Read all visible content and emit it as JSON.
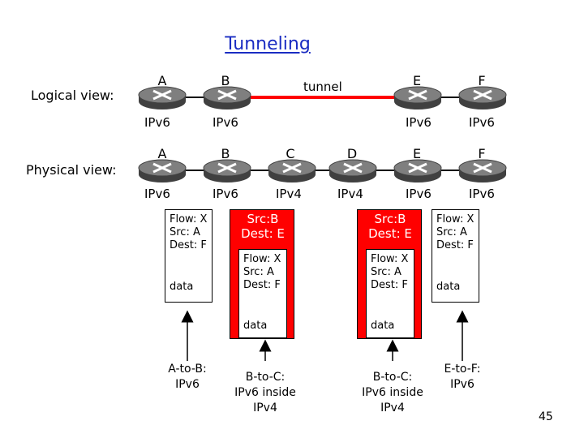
{
  "title": "Tunneling",
  "logical": {
    "label": "Logical view:",
    "routers": {
      "a": "A",
      "b": "B",
      "e": "E",
      "f": "F"
    },
    "tunnel_label": "tunnel",
    "protocols": {
      "a": "IPv6",
      "b": "IPv6",
      "e": "IPv6",
      "f": "IPv6"
    }
  },
  "physical": {
    "label": "Physical view:",
    "routers": {
      "a": "A",
      "b": "B",
      "c": "C",
      "d": "D",
      "e": "E",
      "f": "F"
    },
    "protocols": {
      "a": "IPv6",
      "b": "IPv6",
      "c": "IPv4",
      "d": "IPv4",
      "e": "IPv6",
      "f": "IPv6"
    }
  },
  "packets": {
    "ab": {
      "header": "Flow: X\nSrc: A\nDest: F",
      "data": "data",
      "caption": "A-to-B:\nIPv6"
    },
    "bc": {
      "outer_header": "Src:B\nDest: E",
      "inner_header": "Flow: X\nSrc: A\nDest: F",
      "data": "data",
      "caption": "B-to-C:\nIPv6 inside\nIPv4"
    },
    "de": {
      "outer_header": "Src:B\nDest: E",
      "inner_header": "Flow: X\nSrc: A\nDest: F",
      "data": "data",
      "caption": "B-to-C:\nIPv6 inside\nIPv4"
    },
    "ef": {
      "header": "Flow: X\nSrc: A\nDest: F",
      "data": "data",
      "caption": "E-to-F:\nIPv6"
    }
  },
  "colors": {
    "title": "#1a2cc2",
    "tunnel": "#ff0000",
    "router_fill": "#7f7f7f",
    "router_dark": "#404040"
  },
  "page_number": "45"
}
